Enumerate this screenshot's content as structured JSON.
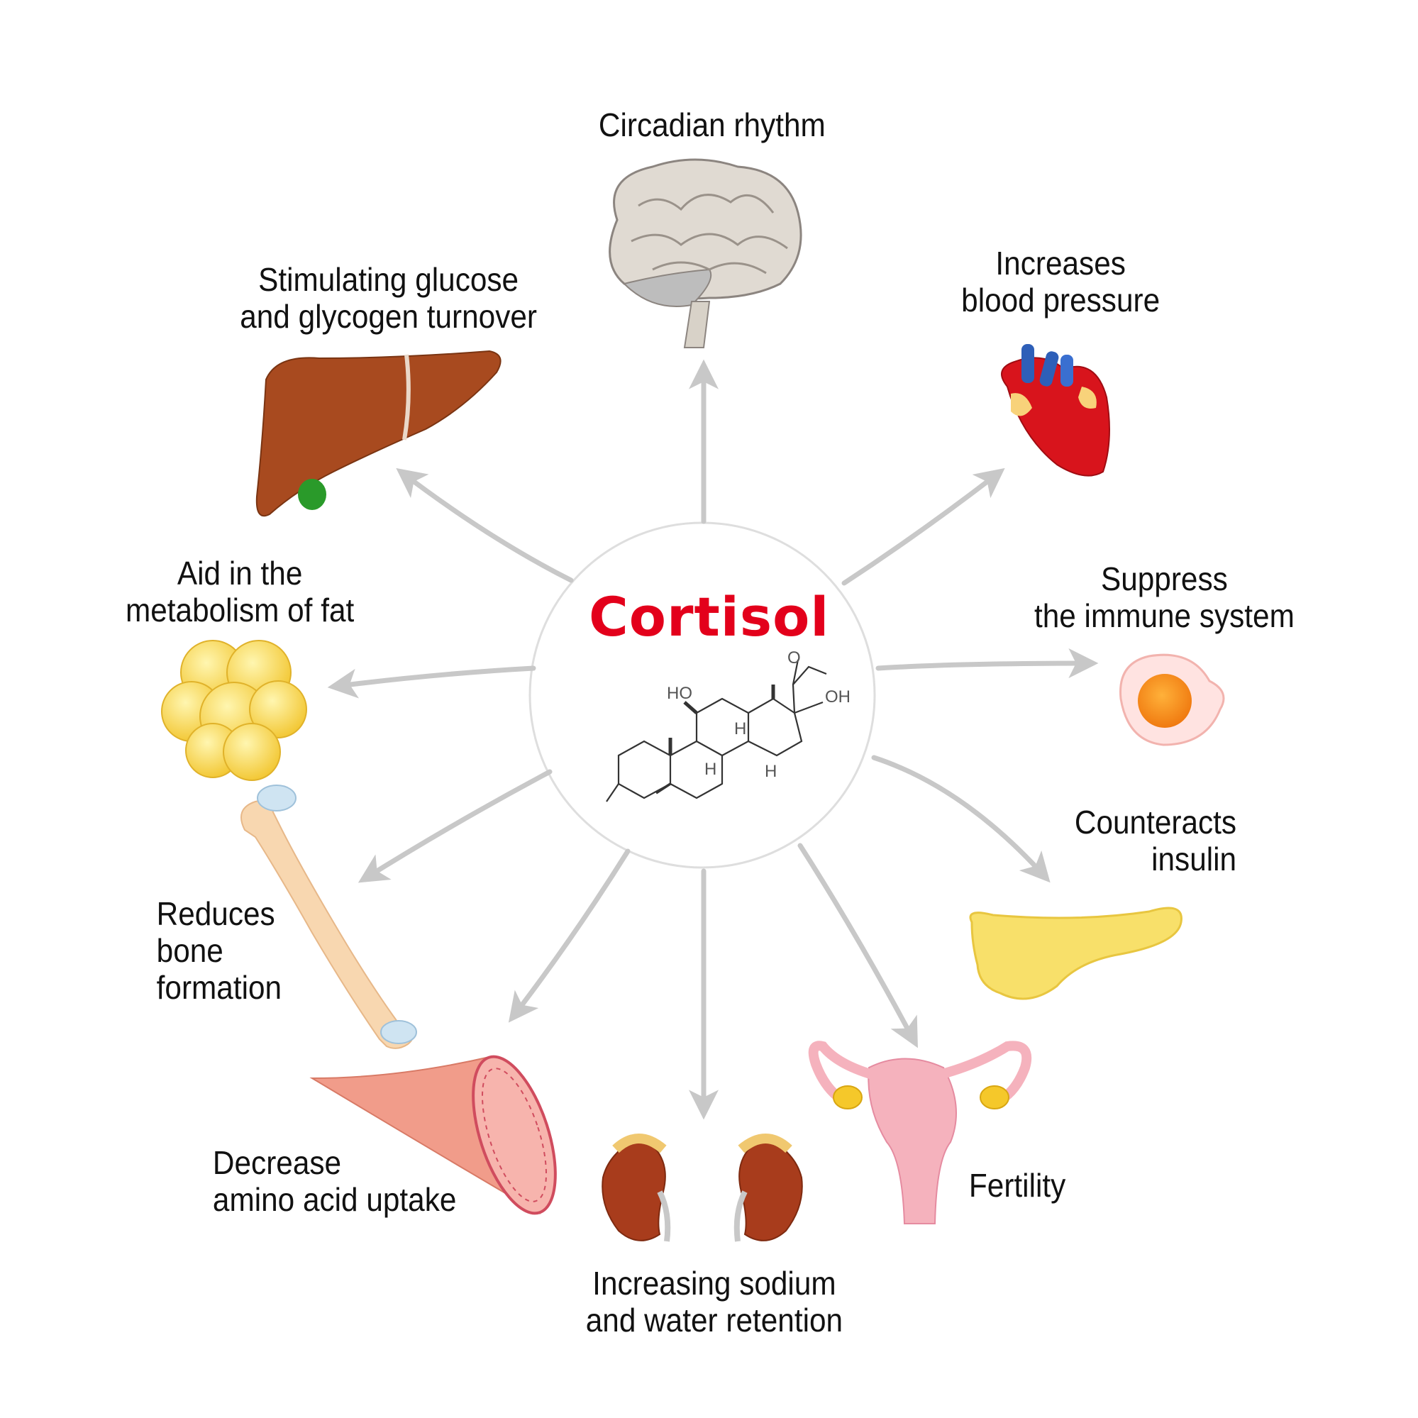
{
  "center": {
    "title": "Cortisol"
  },
  "molecule": {
    "labels": [
      "HO",
      "OH",
      "O",
      "H",
      "H",
      "H"
    ]
  },
  "effects": [
    {
      "id": "brain",
      "lines": [
        "Circadian rhythm"
      ]
    },
    {
      "id": "heart",
      "lines": [
        "Increases",
        "blood pressure"
      ]
    },
    {
      "id": "immune",
      "lines": [
        "Suppress",
        "the immune system"
      ]
    },
    {
      "id": "pancreas",
      "lines": [
        "Counteracts",
        "insulin"
      ]
    },
    {
      "id": "uterus",
      "lines": [
        "Fertility"
      ]
    },
    {
      "id": "kidneys",
      "lines": [
        "Increasing sodium",
        "and water retention"
      ]
    },
    {
      "id": "muscle",
      "lines": [
        "Decrease",
        "amino acid uptake"
      ]
    },
    {
      "id": "bone",
      "lines": [
        "Reduces",
        "bone",
        "formation"
      ]
    },
    {
      "id": "fat",
      "lines": [
        "Aid in the",
        "metabolism of fat"
      ]
    },
    {
      "id": "liver",
      "lines": [
        "Stimulating glucose",
        "and glycogen turnover"
      ]
    }
  ],
  "colors": {
    "accent": "#e3001b",
    "arrow": "#c8c8c8",
    "circle": "#dddddd",
    "liver": "#a84a1f",
    "heart": "#d8141c",
    "fat": "#f7d64a",
    "bone": "#f8d7b0",
    "muscle": "#f19c8a",
    "kidney": "#a83c1c",
    "uterus": "#f5b2bd",
    "pancreas": "#f8e06a",
    "brain": "#e0dad2"
  },
  "icons": [
    "brain-icon",
    "heart-icon",
    "immune-cell-icon",
    "pancreas-icon",
    "uterus-icon",
    "kidneys-icon",
    "muscle-icon",
    "bone-icon",
    "fat-cell-icon",
    "liver-icon"
  ]
}
